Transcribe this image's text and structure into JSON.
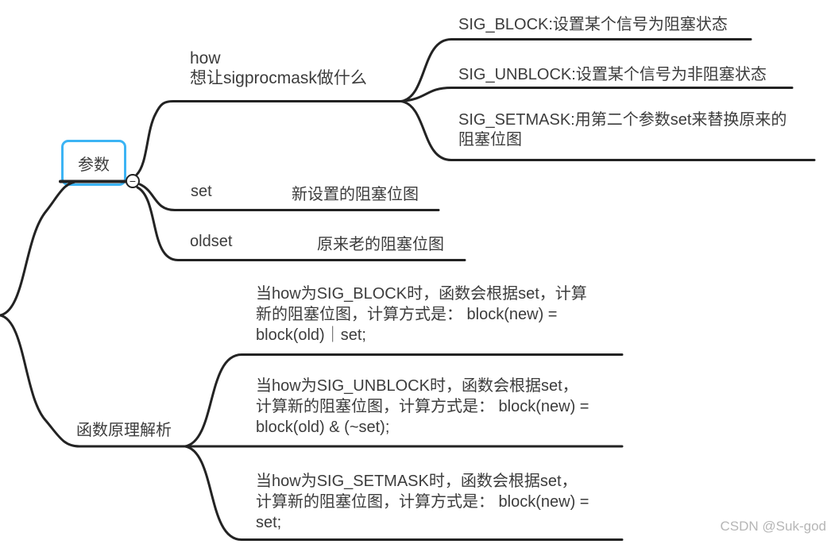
{
  "diagram": {
    "type": "mindmap",
    "topic": "sigprocmask 参数与原理思维导图"
  },
  "colors": {
    "selection_accent": "#3cb4f4",
    "line": "#232323",
    "text": "#3c3c3c",
    "watermark": "#b6b6b6"
  },
  "nodes": {
    "params": {
      "label": "参数"
    },
    "collapse_button": {
      "symbol": "−"
    },
    "how": {
      "lines": [
        "how",
        "想让sigprocmask做什么"
      ]
    },
    "sig_block": {
      "label": "SIG_BLOCK:设置某个信号为阻塞状态"
    },
    "sig_unblock": {
      "label": "SIG_UNBLOCK:设置某个信号为非阻塞状态"
    },
    "sig_setmask": {
      "lines": [
        "SIG_SETMASK:用第二个参数set来替换原来的",
        "阻塞位图"
      ]
    },
    "set": {
      "label": "set",
      "desc": "新设置的阻塞位图"
    },
    "oldset": {
      "label": "oldset",
      "desc": "原来老的阻塞位图"
    },
    "principle": {
      "label": "函数原理解析"
    },
    "case_block": {
      "lines": [
        "当how为SIG_BLOCK时，函数会根据set，计算",
        "新的阻塞位图，计算方式是： block(new) =",
        "block(old)｜set;"
      ]
    },
    "case_unblock": {
      "lines": [
        "当how为SIG_UNBLOCK时，函数会根据set，",
        "计算新的阻塞位图，计算方式是： block(new) =",
        "block(old) & (~set);"
      ]
    },
    "case_setmask": {
      "lines": [
        "当how为SIG_SETMASK时，函数会根据set，",
        "计算新的阻塞位图，计算方式是： block(new) =",
        "set;"
      ]
    }
  },
  "watermark": "CSDN @Suk-god"
}
